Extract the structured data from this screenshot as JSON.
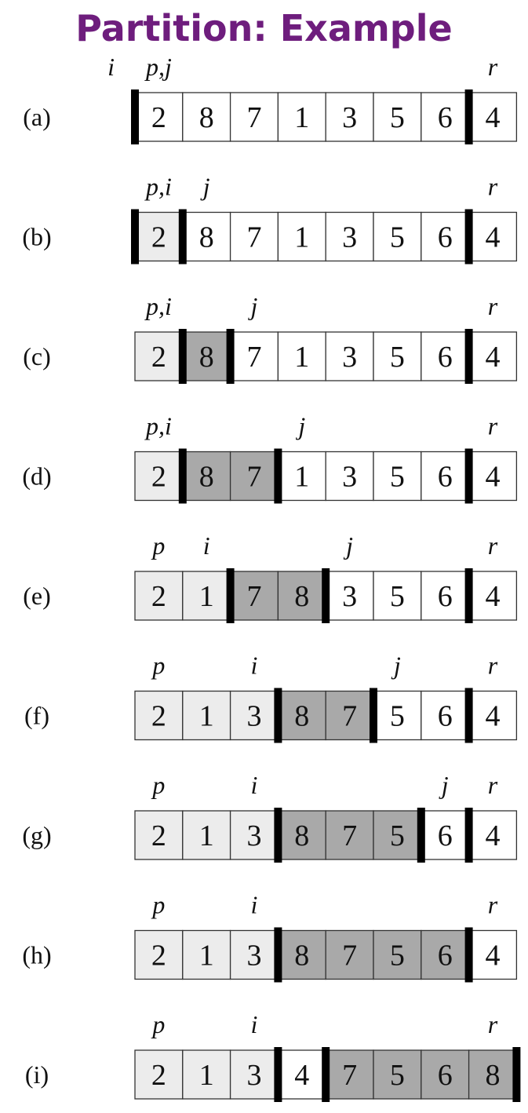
{
  "title": "Partition: Example",
  "colors": {
    "title": "#6e1d7d",
    "light": "#ececec",
    "dark": "#a9a9a9",
    "white": "#ffffff",
    "border": "#333333",
    "divider": "#000000"
  },
  "rows": [
    {
      "label": "(a)",
      "values": [
        "2",
        "8",
        "7",
        "1",
        "3",
        "5",
        "6",
        "4"
      ],
      "shades": [
        "w",
        "w",
        "w",
        "w",
        "w",
        "w",
        "w",
        "w"
      ],
      "dividers": [
        0,
        7
      ],
      "pointers": [
        {
          "text": "i",
          "col": -1
        },
        {
          "text": "p,j",
          "col": 0
        },
        {
          "text": "r",
          "col": 7
        }
      ]
    },
    {
      "label": "(b)",
      "values": [
        "2",
        "8",
        "7",
        "1",
        "3",
        "5",
        "6",
        "4"
      ],
      "shades": [
        "l",
        "w",
        "w",
        "w",
        "w",
        "w",
        "w",
        "w"
      ],
      "dividers": [
        0,
        1,
        7
      ],
      "pointers": [
        {
          "text": "p,i",
          "col": 0
        },
        {
          "text": "j",
          "col": 1
        },
        {
          "text": "r",
          "col": 7
        }
      ]
    },
    {
      "label": "(c)",
      "values": [
        "2",
        "8",
        "7",
        "1",
        "3",
        "5",
        "6",
        "4"
      ],
      "shades": [
        "l",
        "d",
        "w",
        "w",
        "w",
        "w",
        "w",
        "w"
      ],
      "dividers": [
        1,
        2,
        7
      ],
      "pointers": [
        {
          "text": "p,i",
          "col": 0
        },
        {
          "text": "j",
          "col": 2
        },
        {
          "text": "r",
          "col": 7
        }
      ]
    },
    {
      "label": "(d)",
      "values": [
        "2",
        "8",
        "7",
        "1",
        "3",
        "5",
        "6",
        "4"
      ],
      "shades": [
        "l",
        "d",
        "d",
        "w",
        "w",
        "w",
        "w",
        "w"
      ],
      "dividers": [
        1,
        3,
        7
      ],
      "pointers": [
        {
          "text": "p,i",
          "col": 0
        },
        {
          "text": "j",
          "col": 3
        },
        {
          "text": "r",
          "col": 7
        }
      ]
    },
    {
      "label": "(e)",
      "values": [
        "2",
        "1",
        "7",
        "8",
        "3",
        "5",
        "6",
        "4"
      ],
      "shades": [
        "l",
        "l",
        "d",
        "d",
        "w",
        "w",
        "w",
        "w"
      ],
      "dividers": [
        2,
        4,
        7
      ],
      "pointers": [
        {
          "text": "p",
          "col": 0
        },
        {
          "text": "i",
          "col": 1
        },
        {
          "text": "j",
          "col": 4
        },
        {
          "text": "r",
          "col": 7
        }
      ]
    },
    {
      "label": "(f)",
      "values": [
        "2",
        "1",
        "3",
        "8",
        "7",
        "5",
        "6",
        "4"
      ],
      "shades": [
        "l",
        "l",
        "l",
        "d",
        "d",
        "w",
        "w",
        "w"
      ],
      "dividers": [
        3,
        5,
        7
      ],
      "pointers": [
        {
          "text": "p",
          "col": 0
        },
        {
          "text": "i",
          "col": 2
        },
        {
          "text": "j",
          "col": 5
        },
        {
          "text": "r",
          "col": 7
        }
      ]
    },
    {
      "label": "(g)",
      "values": [
        "2",
        "1",
        "3",
        "8",
        "7",
        "5",
        "6",
        "4"
      ],
      "shades": [
        "l",
        "l",
        "l",
        "d",
        "d",
        "d",
        "w",
        "w"
      ],
      "dividers": [
        3,
        6,
        7
      ],
      "pointers": [
        {
          "text": "p",
          "col": 0
        },
        {
          "text": "i",
          "col": 2
        },
        {
          "text": "j",
          "col": 6
        },
        {
          "text": "r",
          "col": 7
        }
      ]
    },
    {
      "label": "(h)",
      "values": [
        "2",
        "1",
        "3",
        "8",
        "7",
        "5",
        "6",
        "4"
      ],
      "shades": [
        "l",
        "l",
        "l",
        "d",
        "d",
        "d",
        "d",
        "w"
      ],
      "dividers": [
        3,
        7
      ],
      "pointers": [
        {
          "text": "p",
          "col": 0
        },
        {
          "text": "i",
          "col": 2
        },
        {
          "text": "r",
          "col": 7
        }
      ]
    },
    {
      "label": "(i)",
      "values": [
        "2",
        "1",
        "3",
        "4",
        "7",
        "5",
        "6",
        "8"
      ],
      "shades": [
        "l",
        "l",
        "l",
        "w",
        "d",
        "d",
        "d",
        "d"
      ],
      "dividers": [
        3,
        4,
        8
      ],
      "pointers": [
        {
          "text": "p",
          "col": 0
        },
        {
          "text": "i",
          "col": 2
        },
        {
          "text": "r",
          "col": 7
        }
      ]
    }
  ]
}
